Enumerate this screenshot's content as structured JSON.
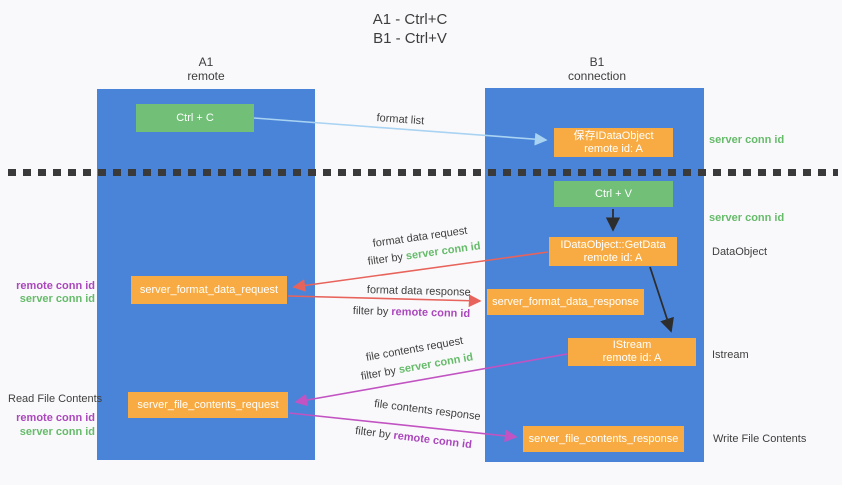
{
  "title": {
    "line1": "A1 - Ctrl+C",
    "line2": "B1 - Ctrl+V"
  },
  "columns": {
    "left": {
      "title": "A1",
      "subtitle": "remote"
    },
    "right": {
      "title": "B1",
      "subtitle": "connection"
    }
  },
  "nodes": {
    "ctrl_c": "Ctrl + C",
    "ctrl_v": "Ctrl + V",
    "save_idataobject": {
      "line1": "保存IDataObject",
      "line2": "remote id: A"
    },
    "getdata": {
      "line1": "IDataObject::GetData",
      "line2": "remote id: A"
    },
    "istream": {
      "line1": "IStream",
      "line2": "remote id: A"
    },
    "format_request": "server_format_data_request",
    "format_response": "server_format_data_response",
    "file_request": "server_file_contents_request",
    "file_response": "server_file_contents_response"
  },
  "side_labels": {
    "server_conn_id_top": "server conn id",
    "server_conn_id_mid": "server conn id",
    "dataobject": "DataObject",
    "istream": "Istream",
    "write_file": "Write File Contents",
    "read_file": "Read File Contents",
    "pair1_remote": "remote conn id",
    "pair1_server": "server conn id",
    "pair2_remote": "remote conn id",
    "pair2_server": "server conn id"
  },
  "arrow_labels": {
    "format_list": "format list",
    "format_data_request": "format data request",
    "filter_by_1": "filter by ",
    "filter_value_1": "server conn id",
    "format_data_response": "format data response",
    "filter_by_2": "filter by ",
    "filter_value_2": "remote conn id",
    "file_contents_request": "file contents request",
    "filter_by_3": "filter by ",
    "filter_value_3": "server conn id",
    "file_contents_response": "file contents response",
    "filter_by_4": "filter by ",
    "filter_value_4": "remote conn id"
  },
  "colors": {
    "column_blue": "#4a84d8",
    "box_green": "#72c078",
    "box_orange": "#f7ab42",
    "green_text": "#66bb6a",
    "purple_text": "#ab47bc",
    "red_arrow": "#e8635b",
    "magenta_arrow": "#c253c2",
    "light_blue_arrow": "#a9d3f2",
    "black_arrow": "#2d2d2d",
    "gray_text": "#3f3f3f",
    "background": "#f9f9fb"
  }
}
